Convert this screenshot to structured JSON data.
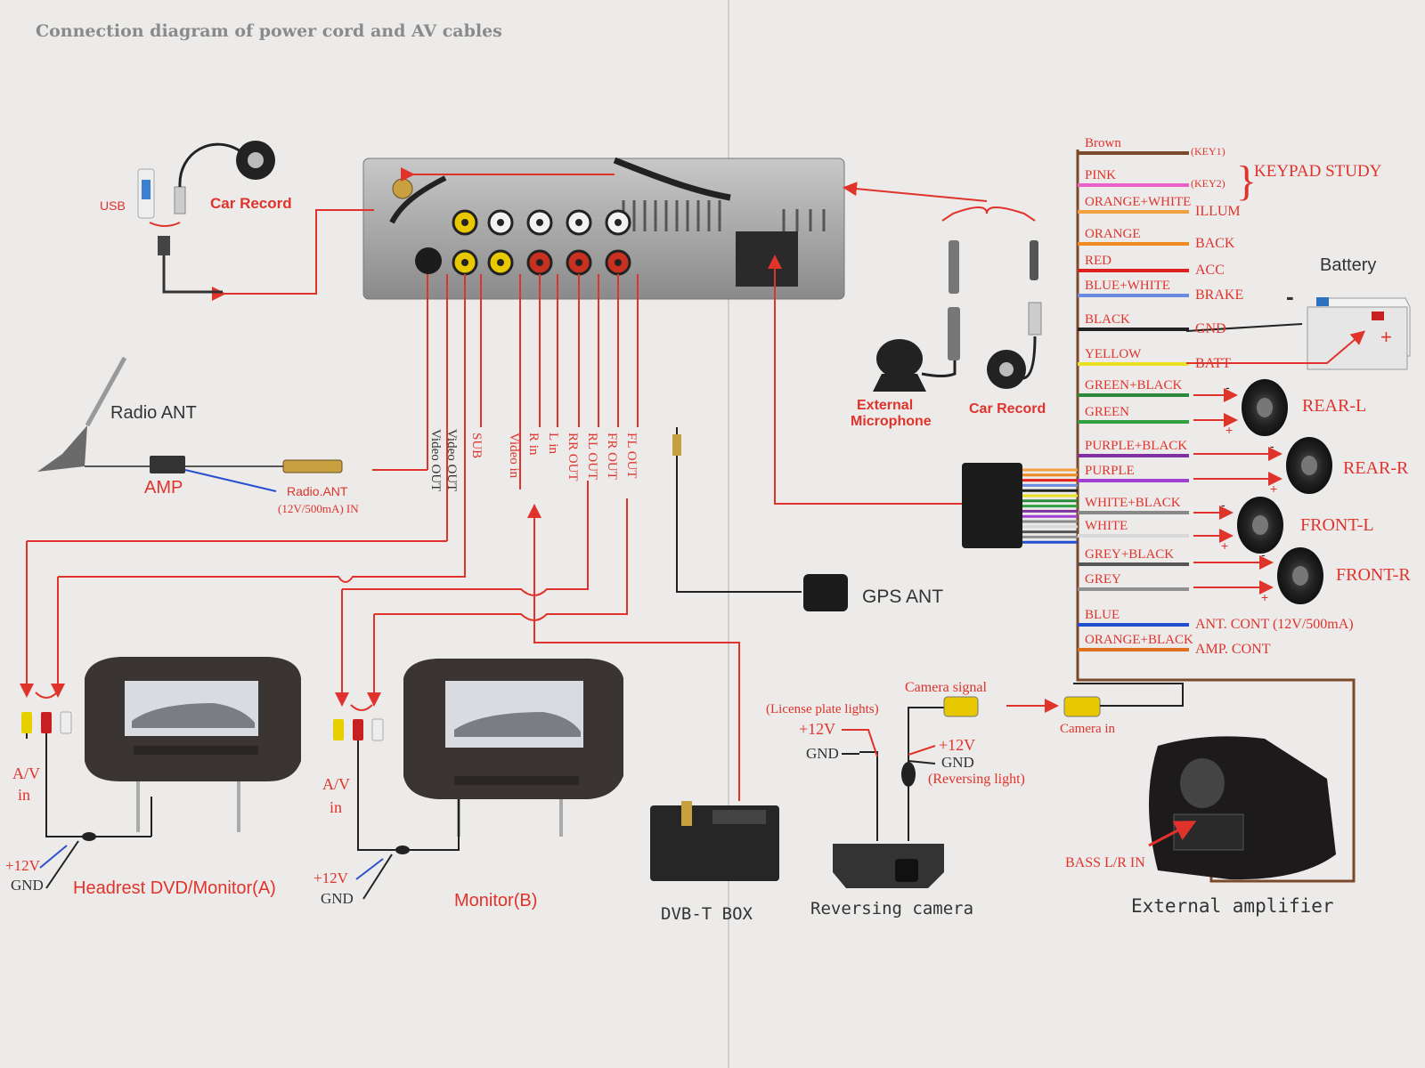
{
  "title": "Connection diagram of power cord and AV cables",
  "head_unit": {
    "outputs": [
      "Video OUT",
      "Video OUT",
      "SUB",
      "Video in",
      "R in",
      "L in",
      "RR OUT",
      "RL OUT",
      "FR OUT",
      "FL OUT"
    ]
  },
  "usb_area": {
    "usb": "USB",
    "car_record": "Car Record"
  },
  "radio": {
    "ant": "Radio ANT",
    "amp": "AMP",
    "note1": "Radio.ANT",
    "note2": "(12V/500mA) IN"
  },
  "wires": [
    {
      "color_name": "Brown",
      "func": "(KEY1)",
      "hex": "#7a4a2a"
    },
    {
      "color_name": "PINK",
      "func": "(KEY2)",
      "hex": "#e860c8"
    },
    {
      "color_name": "ORANGE+WHITE",
      "func": "ILLUM",
      "hex": "#f0a040"
    },
    {
      "color_name": "ORANGE",
      "func": "BACK",
      "hex": "#f08a20"
    },
    {
      "color_name": "RED",
      "func": "ACC",
      "hex": "#e02020"
    },
    {
      "color_name": "BLUE+WHITE",
      "func": "BRAKE",
      "hex": "#6a8ae0"
    },
    {
      "color_name": "BLACK",
      "func": "GND",
      "hex": "#222222"
    },
    {
      "color_name": "YELLOW",
      "func": "BATT",
      "hex": "#e8e020"
    },
    {
      "color_name": "GREEN+BLACK",
      "func": "",
      "hex": "#2a8a3a"
    },
    {
      "color_name": "GREEN",
      "func": "",
      "hex": "#30a040"
    },
    {
      "color_name": "PURPLE+BLACK",
      "func": "",
      "hex": "#8030a0"
    },
    {
      "color_name": "PURPLE",
      "func": "",
      "hex": "#a040d0"
    },
    {
      "color_name": "WHITE+BLACK",
      "func": "",
      "hex": "#888888"
    },
    {
      "color_name": "WHITE",
      "func": "",
      "hex": "#d8d8d8"
    },
    {
      "color_name": "GREY+BLACK",
      "func": "",
      "hex": "#555555"
    },
    {
      "color_name": "GREY",
      "func": "",
      "hex": "#909090"
    },
    {
      "color_name": "BLUE",
      "func": "ANT. CONT (12V/500mA)",
      "hex": "#2050d0"
    },
    {
      "color_name": "ORANGE+BLACK",
      "func": "AMP. CONT",
      "hex": "#e07020"
    }
  ],
  "keypad": "KEYPAD STUDY",
  "battery": {
    "label": "Battery",
    "neg": "-",
    "pos": "+"
  },
  "speakers": [
    "REAR-L",
    "REAR-R",
    "FRONT-L",
    "FRONT-R"
  ],
  "mic_cam": {
    "mic1": "External",
    "mic2": "Microphone",
    "cam": "Car Record"
  },
  "gps": "GPS ANT",
  "monitor_a": {
    "av1": "A/V",
    "av2": "in",
    "p12": "+12V",
    "gnd": "GND",
    "name": "Headrest DVD/Monitor(A)"
  },
  "monitor_b": {
    "av1": "A/V",
    "av2": "in",
    "p12": "+12V",
    "gnd": "GND",
    "name": "Monitor(B)"
  },
  "dvbt": "DVB-T BOX",
  "reversing": {
    "license": "(License plate lights)",
    "p12a": "+12V",
    "gnda": "GND",
    "cam_signal": "Camera signal",
    "p12b": "+12V",
    "gndb": "GND",
    "rev_light": "(Reversing light)",
    "camera_in": "Camera in",
    "name": "Reversing camera"
  },
  "amplifier": {
    "bass": "BASS L/R IN",
    "name": "External amplifier"
  },
  "colors": {
    "accent_red": "#e0332b",
    "paper": "#ecebea",
    "ink": "#333333"
  }
}
